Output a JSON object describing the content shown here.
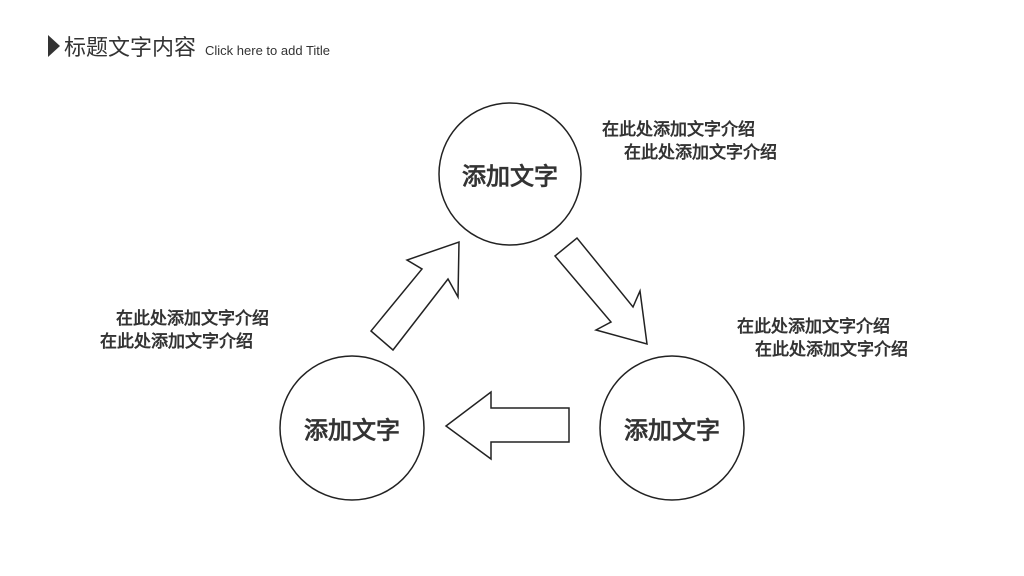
{
  "header": {
    "title": "标题文字内容",
    "subtitle": "Click here to add Title"
  },
  "nodes": [
    {
      "label": "添加文字"
    },
    {
      "label": "添加文字"
    },
    {
      "label": "添加文字"
    }
  ],
  "descriptions": {
    "top_right": [
      "在此处添加文字介绍",
      "在此处添加文字介绍"
    ],
    "right": [
      "在此处添加文字介绍",
      "在此处添加文字介绍"
    ],
    "left": [
      "在此处添加文字介绍",
      "在此处添加文字介绍"
    ]
  },
  "colors": {
    "stroke": "#222222",
    "text": "#333333",
    "background": "#ffffff"
  }
}
